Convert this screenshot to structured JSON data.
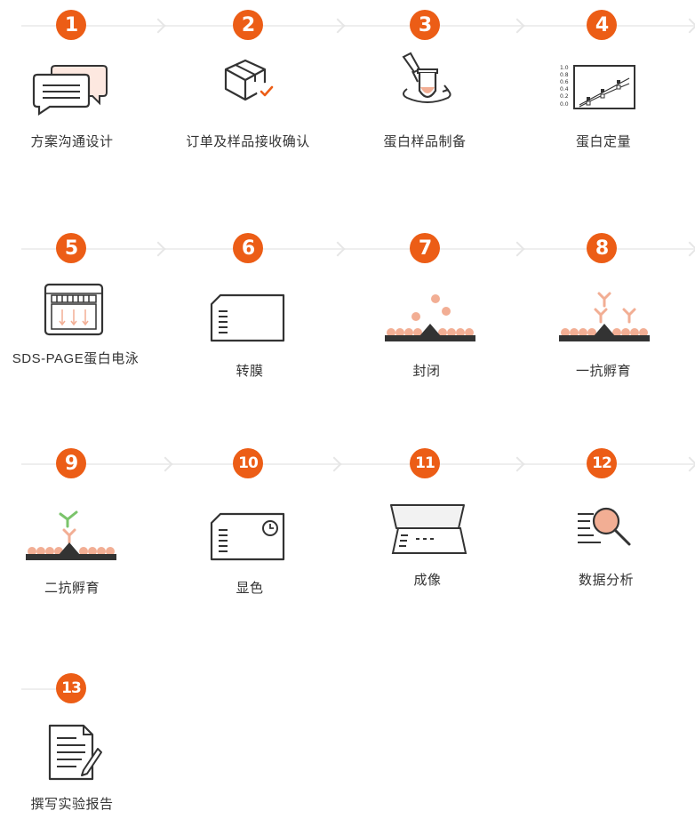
{
  "colors": {
    "accent": "#ec5d16",
    "salmon": "#f2ae94",
    "dark": "#333333",
    "green": "#7bc46b"
  },
  "steps": [
    {
      "number": "1",
      "label": "方案沟通设计",
      "icon": "chat-bubbles-icon"
    },
    {
      "number": "2",
      "label": "订单及样品接收确认",
      "icon": "package-check-icon"
    },
    {
      "number": "3",
      "label": "蛋白样品制备",
      "icon": "tube-rotation-icon"
    },
    {
      "number": "4",
      "label": "蛋白定量",
      "icon": "standard-curve-icon"
    },
    {
      "number": "5",
      "label": "SDS-PAGE蛋白电泳",
      "icon": "gel-electrophoresis-icon"
    },
    {
      "number": "6",
      "label": "转膜",
      "icon": "membrane-icon"
    },
    {
      "number": "7",
      "label": "封闭",
      "icon": "blocking-icon"
    },
    {
      "number": "8",
      "label": "一抗孵育",
      "icon": "primary-antibody-icon"
    },
    {
      "number": "9",
      "label": "二抗孵育",
      "icon": "secondary-antibody-icon"
    },
    {
      "number": "10",
      "label": "显色",
      "icon": "development-timer-icon"
    },
    {
      "number": "11",
      "label": "成像",
      "icon": "imaging-film-icon"
    },
    {
      "number": "12",
      "label": "数据分析",
      "icon": "data-analysis-icon"
    },
    {
      "number": "13",
      "label": "撰写实验报告",
      "icon": "report-writing-icon"
    }
  ],
  "curve_ticks": [
    "1.0",
    "0.8",
    "0.6",
    "0.4",
    "0.2",
    "0.0"
  ]
}
